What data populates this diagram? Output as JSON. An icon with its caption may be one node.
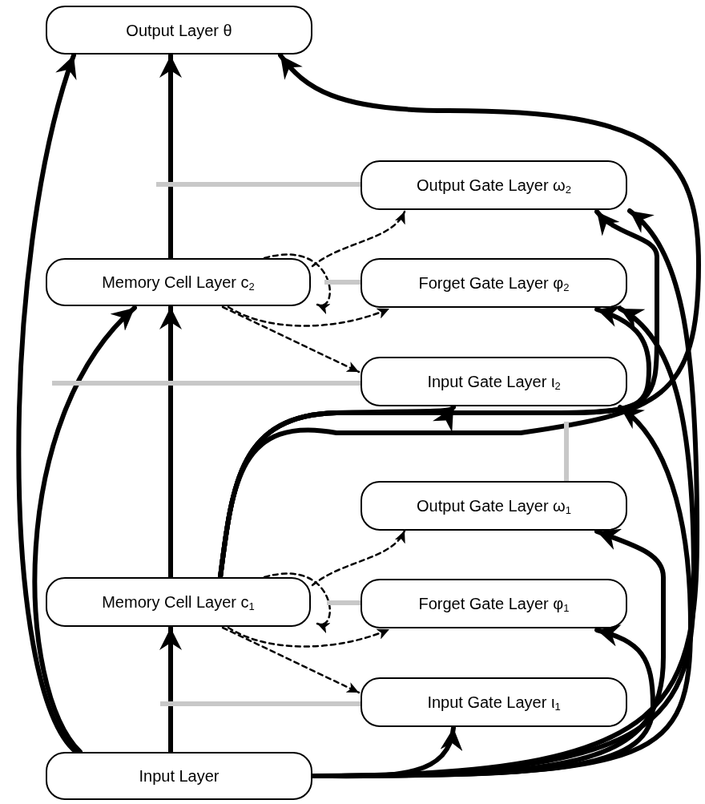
{
  "diagram": {
    "nodes": [
      {
        "text": [
          "Output Layer θ"
        ]
      },
      {
        "text": [
          "Output Gate Layer ω$_{2}$"
        ]
      },
      {
        "text": [
          "Memory Cell Layer c$_{2}$"
        ]
      },
      {
        "text": [
          "Forget Gate Layer φ$_{2}$"
        ]
      },
      {
        "text": [
          "Input Gate Layer ι$_{2}$"
        ]
      },
      {
        "text": [
          "Output Gate Layer ω$_{1}$"
        ]
      },
      {
        "text": [
          "Memory Cell Layer c$_{1}$"
        ]
      },
      {
        "text": [
          "Forget Gate Layer φ$_{1}$"
        ]
      },
      {
        "text": [
          "Input Gate Layer ι$_{1}$"
        ]
      },
      {
        "text": [
          "Input Layer"
        ]
      }
    ],
    "edges": [
      {
        "from": 9,
        "to": 0,
        "arrow": "to"
      },
      {
        "from": 9,
        "to": 2,
        "arrow": "to"
      },
      {
        "from": 9,
        "to": 6,
        "arrow": "to"
      },
      {
        "from": 6,
        "to": 2,
        "arrow": "to"
      },
      {
        "from": 2,
        "to": 0,
        "arrow": "to"
      },
      {
        "from": 9,
        "to": 8,
        "arrow": "to"
      },
      {
        "from": 9,
        "to": 7,
        "arrow": "to"
      },
      {
        "from": 9,
        "to": 5,
        "arrow": "to"
      },
      {
        "from": 9,
        "to": 4,
        "arrow": "to"
      },
      {
        "from": 9,
        "to": 3,
        "arrow": "to"
      },
      {
        "from": 9,
        "to": 1,
        "arrow": "to"
      },
      {
        "from": 6,
        "to": 4,
        "arrow": "to"
      },
      {
        "from": 6,
        "to": 3,
        "arrow": "to"
      },
      {
        "from": 6,
        "to": 1,
        "arrow": "to"
      },
      {
        "from": 6,
        "to": 0,
        "arrow": "to"
      },
      {
        "from": 2,
        "to": 2,
        "arrow": "to",
        "style": "dashed"
      },
      {
        "from": 2,
        "to": 3,
        "arrow": "to",
        "style": "dashed"
      },
      {
        "from": 2,
        "to": 1,
        "arrow": "to",
        "style": "dashed"
      },
      {
        "from": 2,
        "to": 4,
        "arrow": "to",
        "style": "dashed"
      },
      {
        "from": 6,
        "to": 6,
        "arrow": "to",
        "style": "dashed"
      },
      {
        "from": 6,
        "to": 7,
        "arrow": "to",
        "style": "dashed"
      },
      {
        "from": 6,
        "to": 5,
        "arrow": "to",
        "style": "dashed"
      },
      {
        "from": 6,
        "to": 8,
        "arrow": "to",
        "style": "dashed"
      },
      {
        "from": 1,
        "to": null,
        "arrow": "none",
        "color": "#c8c8c8"
      },
      {
        "from": 3,
        "to": null,
        "arrow": "none",
        "color": "#c8c8c8"
      },
      {
        "from": 4,
        "to": null,
        "arrow": "none",
        "color": "#c8c8c8"
      },
      {
        "from": 5,
        "to": null,
        "arrow": "none",
        "color": "#c8c8c8"
      },
      {
        "from": 7,
        "to": null,
        "arrow": "none",
        "color": "#c8c8c8"
      },
      {
        "from": 8,
        "to": null,
        "arrow": "none",
        "color": "#c8c8c8"
      }
    ]
  }
}
